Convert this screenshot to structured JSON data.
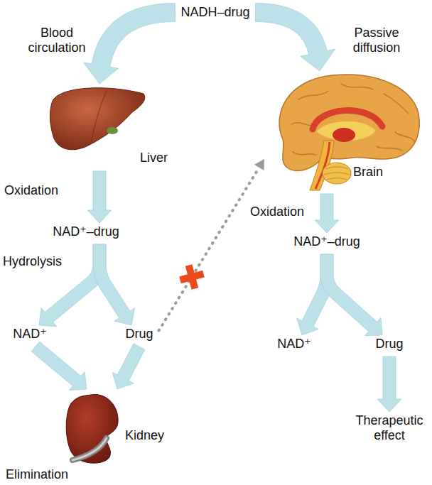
{
  "diagram": {
    "nodes": [
      {
        "text": [
          "NADH–drug"
        ]
      },
      {
        "text": [
          "Liver"
        ]
      },
      {
        "text": [
          "Brain"
        ]
      },
      {
        "text": [
          "NAD⁺–drug"
        ]
      },
      {
        "text": [
          "NAD⁺"
        ]
      },
      {
        "text": [
          "Drug"
        ]
      },
      {
        "text": [
          "Kidney"
        ]
      },
      {
        "text": [
          "NAD⁺–drug"
        ]
      },
      {
        "text": [
          "NAD⁺"
        ]
      },
      {
        "text": [
          "Drug"
        ]
      },
      {
        "text": [
          "Therapeutic effect"
        ]
      }
    ],
    "edges": [
      {
        "from": 0,
        "to": 1,
        "arrow": "to",
        "label": "Blood circulation"
      },
      {
        "from": 0,
        "to": 2,
        "arrow": "to",
        "label": "Passive diffusion"
      },
      {
        "from": 1,
        "to": 3,
        "arrow": "to",
        "label": "Oxidation"
      },
      {
        "from": 3,
        "to": 4,
        "arrow": "to"
      },
      {
        "from": 3,
        "to": 5,
        "arrow": "to"
      },
      {
        "from": 5,
        "to": 2,
        "arrow": "to"
      },
      {
        "from": 4,
        "to": 6,
        "arrow": "to"
      },
      {
        "from": 5,
        "to": 6,
        "arrow": "to"
      },
      {
        "from": 2,
        "to": 7,
        "arrow": "to",
        "label": "Oxidation"
      },
      {
        "from": 7,
        "to": 8,
        "arrow": "to"
      },
      {
        "from": 7,
        "to": 9,
        "arrow": "to"
      },
      {
        "from": 9,
        "to": 10,
        "arrow": "to"
      }
    ],
    "labels": [
      "Hydrolysis",
      "Elimination"
    ]
  }
}
